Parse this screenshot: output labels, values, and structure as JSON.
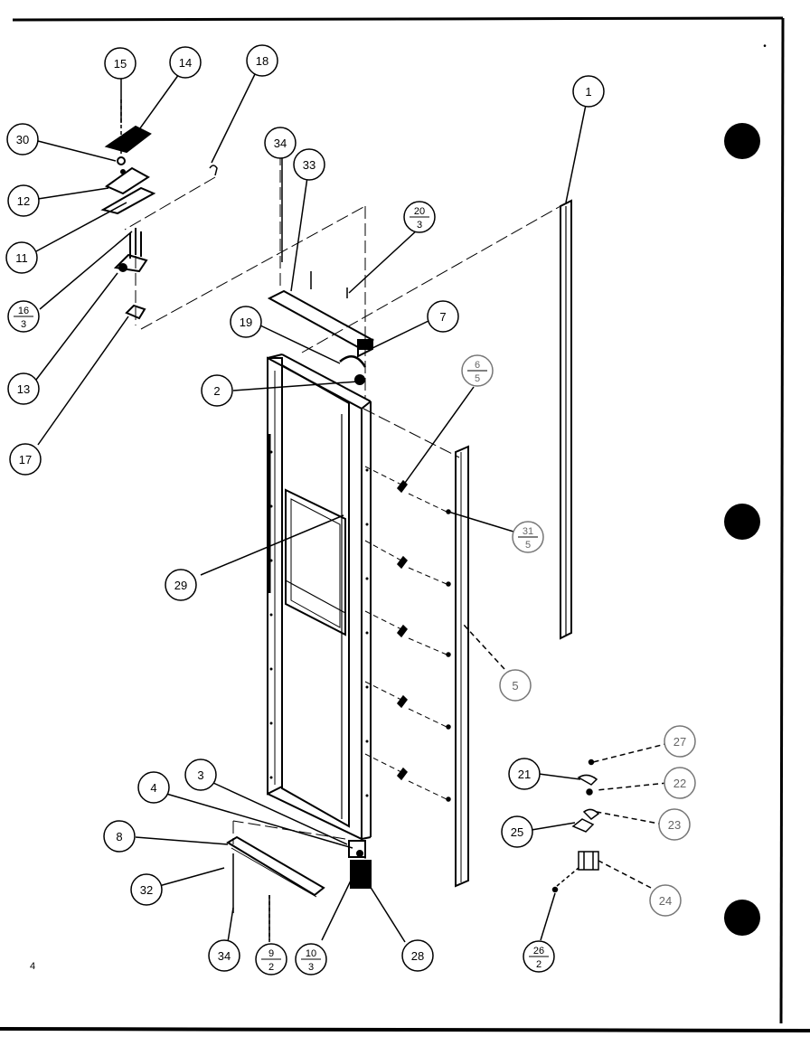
{
  "diagram": {
    "kind": "exploded-parts-view",
    "ink_color": "#000000",
    "paper_color": "#ffffff",
    "callouts": {
      "p15": "15",
      "p14": "14",
      "p18": "18",
      "p1": "1",
      "p30": "30",
      "p34top": "34",
      "p33": "33",
      "p20": {
        "num": "20",
        "den": "3"
      },
      "p12": "12",
      "p11": "11",
      "p16": {
        "num": "16",
        "den": "3"
      },
      "p13": "13",
      "p17": "17",
      "p19": "19",
      "p7": "7",
      "p2": "2",
      "p6": {
        "num": "6",
        "den": "5"
      },
      "p31": {
        "num": "31",
        "den": "5"
      },
      "p29": "29",
      "p5": "5",
      "p3": "3",
      "p4": "4",
      "p8": "8",
      "p32": "32",
      "p34bot": "34",
      "p9": {
        "num": "9",
        "den": "2"
      },
      "p10": {
        "num": "10",
        "den": "3"
      },
      "p28": "28",
      "p27": "27",
      "p21": "21",
      "p22": "22",
      "p25": "25",
      "p23": "23",
      "p24": "24",
      "p26": {
        "num": "26",
        "den": "2"
      }
    },
    "corner_mark": "4"
  }
}
